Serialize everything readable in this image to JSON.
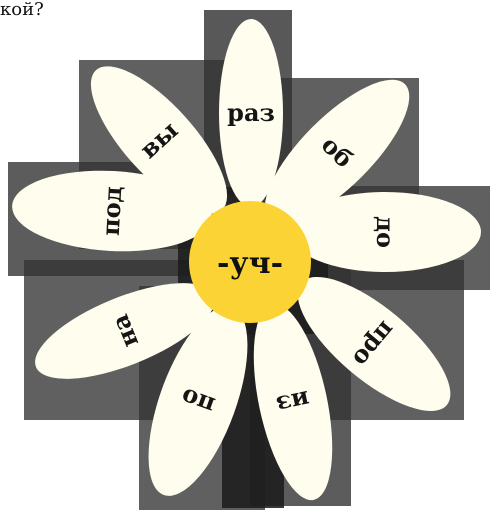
{
  "page": {
    "top_fragment": "кой?"
  },
  "flower": {
    "center": {
      "label": "-уч-",
      "color": "#fcd335"
    },
    "petal_color": "#fffdee",
    "shadow_color": "#333333",
    "petals": [
      {
        "label": "раз"
      },
      {
        "label": "об"
      },
      {
        "label": "до"
      },
      {
        "label": "про"
      },
      {
        "label": "из"
      },
      {
        "label": "по"
      },
      {
        "label": "на"
      },
      {
        "label": "под"
      },
      {
        "label": "вы"
      }
    ]
  }
}
